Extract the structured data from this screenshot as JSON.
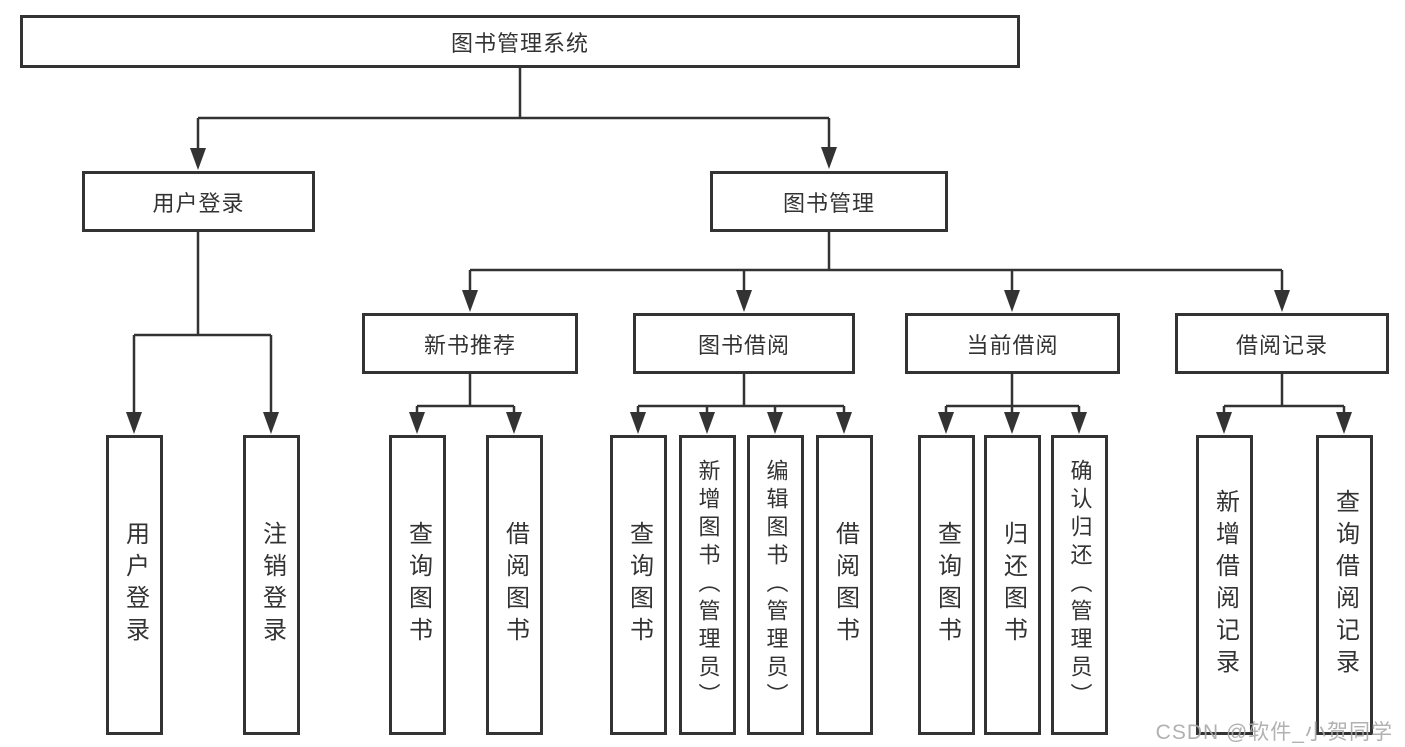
{
  "diagram": {
    "nodes": {
      "root": {
        "label": "图书管理系统"
      },
      "user_login": {
        "label": "用户登录"
      },
      "book_mgmt": {
        "label": "图书管理"
      },
      "new_book_rec": {
        "label": "新书推荐"
      },
      "book_borrow": {
        "label": "图书借阅"
      },
      "current_borrow": {
        "label": "当前借阅"
      },
      "borrow_record": {
        "label": "借阅记录"
      },
      "leaf_user_login": {
        "label": "用户登录"
      },
      "leaf_logout": {
        "label": "注销登录"
      },
      "leaf_query_book_1": {
        "label": "查询图书"
      },
      "leaf_borrow_book_1": {
        "label": "借阅图书"
      },
      "leaf_query_book_2": {
        "label": "查询图书"
      },
      "leaf_add_book_admin": {
        "label": "新增图书（管理员）"
      },
      "leaf_edit_book_admin": {
        "label": "编辑图书（管理员）"
      },
      "leaf_borrow_book_2": {
        "label": "借阅图书"
      },
      "leaf_query_book_3": {
        "label": "查询图书"
      },
      "leaf_return_book": {
        "label": "归还图书"
      },
      "leaf_confirm_return_admin": {
        "label": "确认归还（管理员）"
      },
      "leaf_add_record": {
        "label": "新增借阅记录"
      },
      "leaf_query_record": {
        "label": "查询借阅记录"
      }
    },
    "edges": [
      "root->user_login",
      "root->book_mgmt",
      "user_login->leaf_user_login",
      "user_login->leaf_logout",
      "book_mgmt->new_book_rec",
      "book_mgmt->book_borrow",
      "book_mgmt->current_borrow",
      "book_mgmt->borrow_record",
      "new_book_rec->leaf_query_book_1",
      "new_book_rec->leaf_borrow_book_1",
      "book_borrow->leaf_query_book_2",
      "book_borrow->leaf_add_book_admin",
      "book_borrow->leaf_edit_book_admin",
      "book_borrow->leaf_borrow_book_2",
      "current_borrow->leaf_query_book_3",
      "current_borrow->leaf_return_book",
      "current_borrow->leaf_confirm_return_admin",
      "borrow_record->leaf_add_record",
      "borrow_record->leaf_query_record"
    ],
    "colors": {
      "box_border": "#333333",
      "connector": "#333333",
      "text": "#333333",
      "background": "#ffffff",
      "watermark": "#a8a8a8"
    }
  },
  "watermark": {
    "text": "CSDN @软件_小贺同学"
  }
}
